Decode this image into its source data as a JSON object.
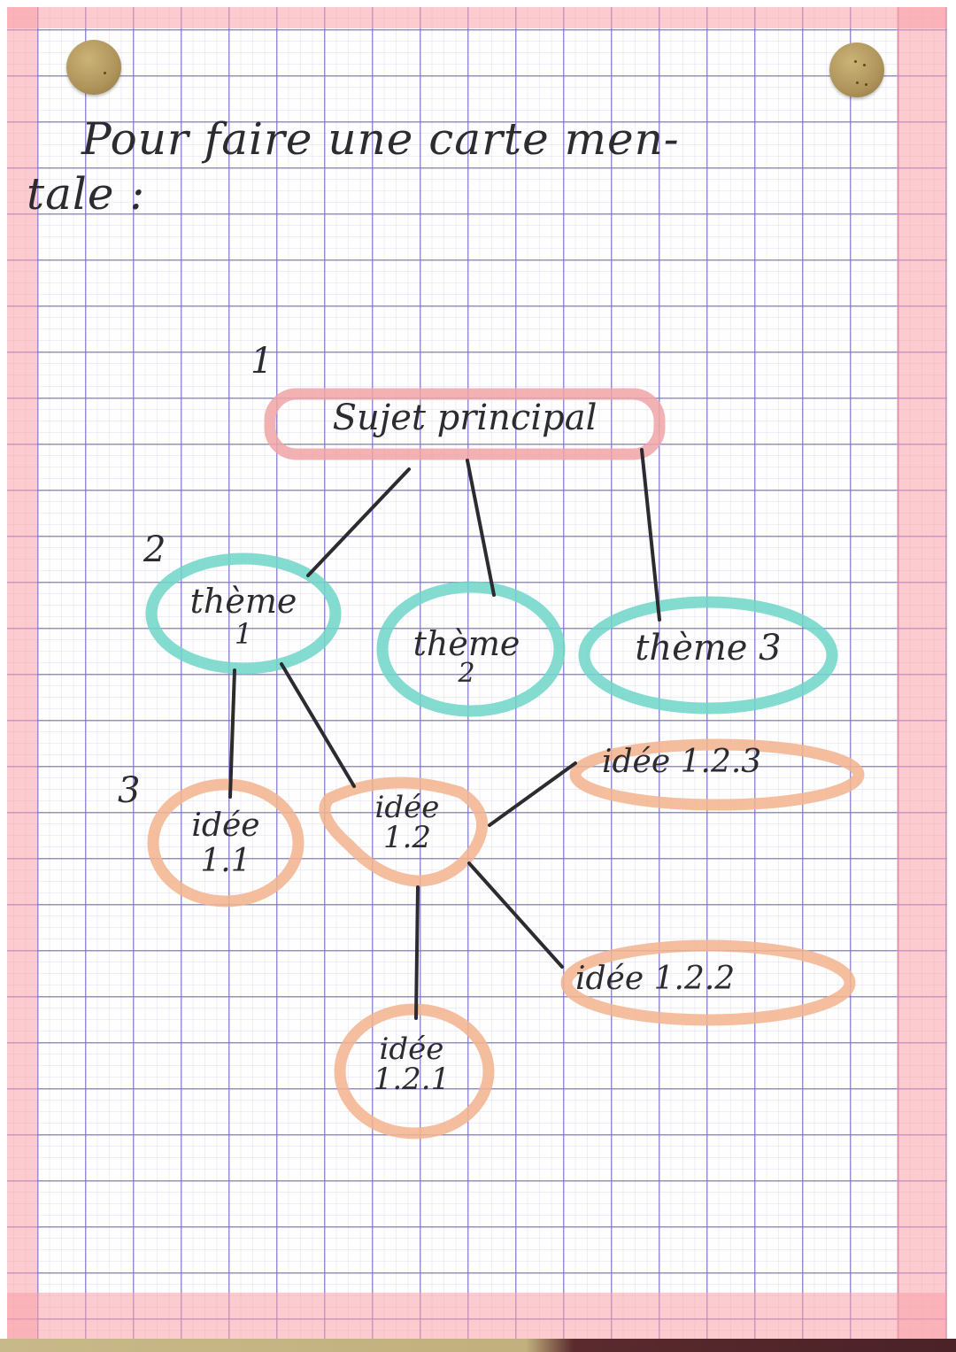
{
  "page": {
    "title_line1": "Pour faire une carte men-",
    "title_line2": "tale :"
  },
  "colors": {
    "paper": "#fefefe",
    "grid": "#786ec8",
    "margin_pink": "#f7a0a8",
    "level1_outline": "#f0a4a6",
    "level2_outline": "#6fd6c8",
    "level3_outline": "#f3b48e",
    "ink": "#2b2b30",
    "pin": "#b39a5e"
  },
  "levels": {
    "level1_marker": "1",
    "level2_marker": "2",
    "level3_marker": "3"
  },
  "nodes": {
    "main": {
      "label": "Sujet principal",
      "level": 1
    },
    "theme1": {
      "line1": "thème",
      "line2": "1",
      "level": 2
    },
    "theme2": {
      "line1": "thème",
      "line2": "2",
      "level": 2
    },
    "theme3": {
      "label": "thème 3",
      "level": 2
    },
    "idea11": {
      "line1": "idée",
      "line2": "1.1",
      "level": 3
    },
    "idea12": {
      "line1": "idée",
      "line2": "1.2",
      "level": 3
    },
    "idea121": {
      "line1": "idée",
      "line2": "1.2.1",
      "level": 3
    },
    "idea122": {
      "label": "idée 1.2.2",
      "level": 3
    },
    "idea123": {
      "label": "idée 1.2.3",
      "level": 3
    }
  },
  "edges": [
    [
      "main",
      "theme1"
    ],
    [
      "main",
      "theme2"
    ],
    [
      "main",
      "theme3"
    ],
    [
      "theme1",
      "idea11"
    ],
    [
      "theme1",
      "idea12"
    ],
    [
      "idea12",
      "idea121"
    ],
    [
      "idea12",
      "idea122"
    ],
    [
      "idea12",
      "idea123"
    ]
  ]
}
